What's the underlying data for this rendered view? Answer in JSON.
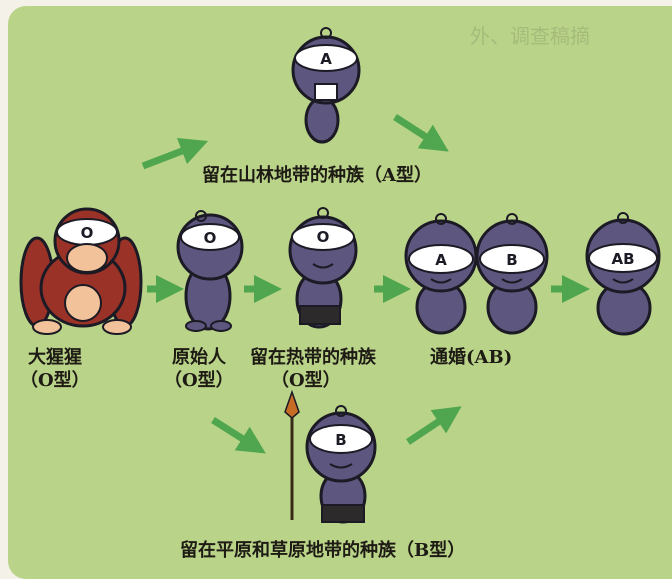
{
  "watermark": "外、调查稿摘",
  "labels": {
    "type_a": "留在山林地带的种族（A型）",
    "ape_name": "大猩猩",
    "ape_type": "（O型）",
    "early_man_name": "原始人",
    "early_man_type": "（O型）",
    "tropics_name": "留在热带的种族",
    "tropics_type": "（O型）",
    "intermarriage": "通婚(AB)",
    "type_b": "留在平原和草原地带的种族（B型）"
  },
  "badges": {
    "ape": "O",
    "early_man": "O",
    "tropics": "O",
    "type_a": "A",
    "type_b": "B",
    "couple_a": "A",
    "couple_b": "B",
    "ab_child": "AB"
  },
  "colors": {
    "background": "#b9d389",
    "figure": "#5d5780",
    "ape": "#9a3228",
    "arrow": "#4fa64e",
    "outline": "#1c1a24"
  }
}
